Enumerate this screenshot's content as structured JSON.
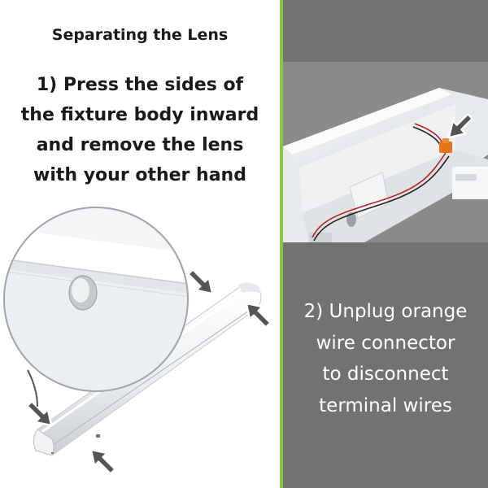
{
  "left_panel": {
    "title": "Separating the Lens",
    "step1_lines": [
      "1) Press the sides of",
      "the fixture body inward",
      "and remove the lens",
      "with your other hand"
    ]
  },
  "right_panel": {
    "step2_lines": [
      "2) Unplug orange",
      "wire connector",
      "to disconnect",
      "terminal wires"
    ]
  },
  "colors": {
    "left_background": "#ffffff",
    "right_background": "#727272",
    "divider_accent": "#8cc63f",
    "heading_text": "#1a1a1a",
    "caption_text": "#ffffff",
    "arrow": "#555555",
    "connector": "#e8741e"
  },
  "icons": [
    "arrow-pointer-icon"
  ]
}
